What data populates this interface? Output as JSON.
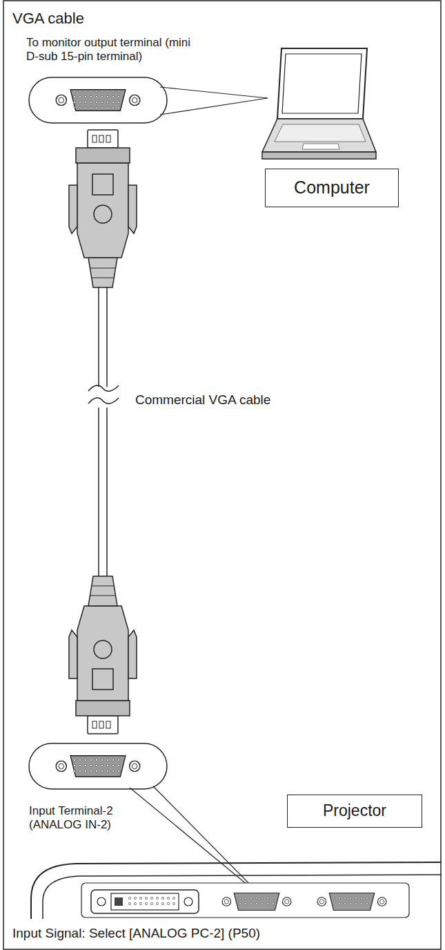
{
  "diagram": {
    "title": "VGA cable",
    "caption": "Input Signal: Select [ANALOG PC-2] (P50)",
    "nodes": [
      {
        "text": [
          "Computer"
        ]
      },
      {
        "text": [
          "Projector"
        ]
      }
    ],
    "labels": [
      "To monitor output terminal (mini D-sub 15-pin terminal)",
      "Commercial VGA cable",
      "Input Terminal-2 (ANALOG IN-2)"
    ]
  }
}
